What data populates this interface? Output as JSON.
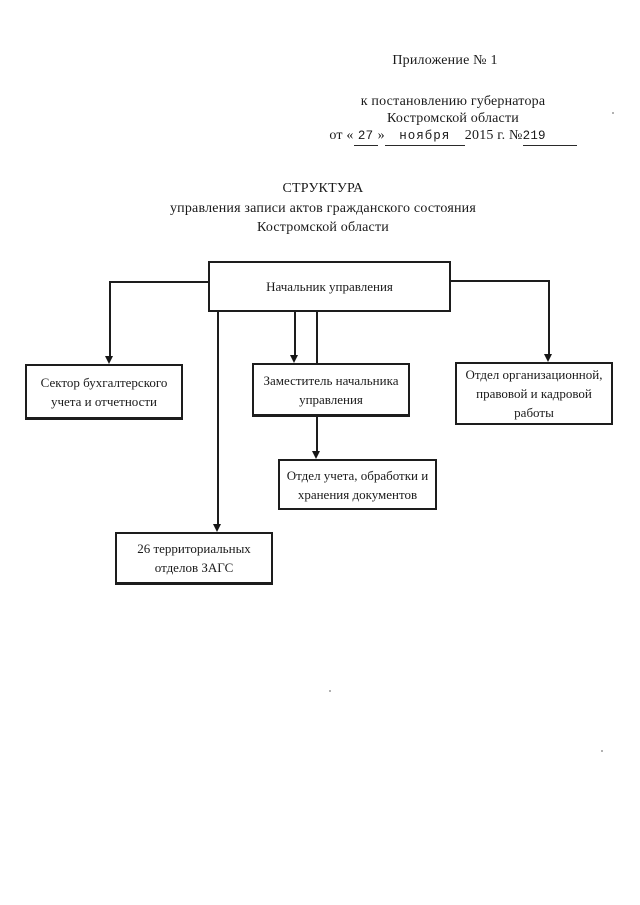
{
  "header": {
    "appendix": "Приложение № 1",
    "decree_line1": "к постановлению губернатора",
    "decree_line2": "Костромской области",
    "date": {
      "prefix": "от «",
      "day": "27",
      "close_quote": "»",
      "month": "ноября",
      "year_part": "2015 г. №",
      "number": "219"
    }
  },
  "title": {
    "line1": "СТРУКТУРА",
    "line2": "управления записи актов гражданского состояния",
    "line3": "Костромской области"
  },
  "org_chart": {
    "nodes": [
      {
        "id": "head",
        "lines": [
          "Начальник управления"
        ]
      },
      {
        "id": "accounting-sector",
        "lines": [
          "Сектор бухгалтерского",
          "учета и отчетности"
        ]
      },
      {
        "id": "deputy-head",
        "lines": [
          "Заместитель начальника",
          "управления"
        ]
      },
      {
        "id": "org-legal-hr-dept",
        "lines": [
          "Отдел организационной,",
          "правовой и кадровой",
          "работы"
        ]
      },
      {
        "id": "records-dept",
        "lines": [
          "Отдел учета, обработки и",
          "хранения документов"
        ]
      },
      {
        "id": "territorial-zags",
        "lines": [
          "26 территориальных",
          "отделов ЗАГС"
        ]
      }
    ],
    "edges": [
      {
        "from": "head",
        "to": "accounting-sector"
      },
      {
        "from": "head",
        "to": "deputy-head"
      },
      {
        "from": "head",
        "to": "org-legal-hr-dept"
      },
      {
        "from": "head",
        "to": "territorial-zags"
      },
      {
        "from": "deputy-head",
        "to": "records-dept"
      }
    ],
    "line_color": "#1d1d1d",
    "text_color": "#1a1a1a",
    "background_color": "#ffffff"
  }
}
